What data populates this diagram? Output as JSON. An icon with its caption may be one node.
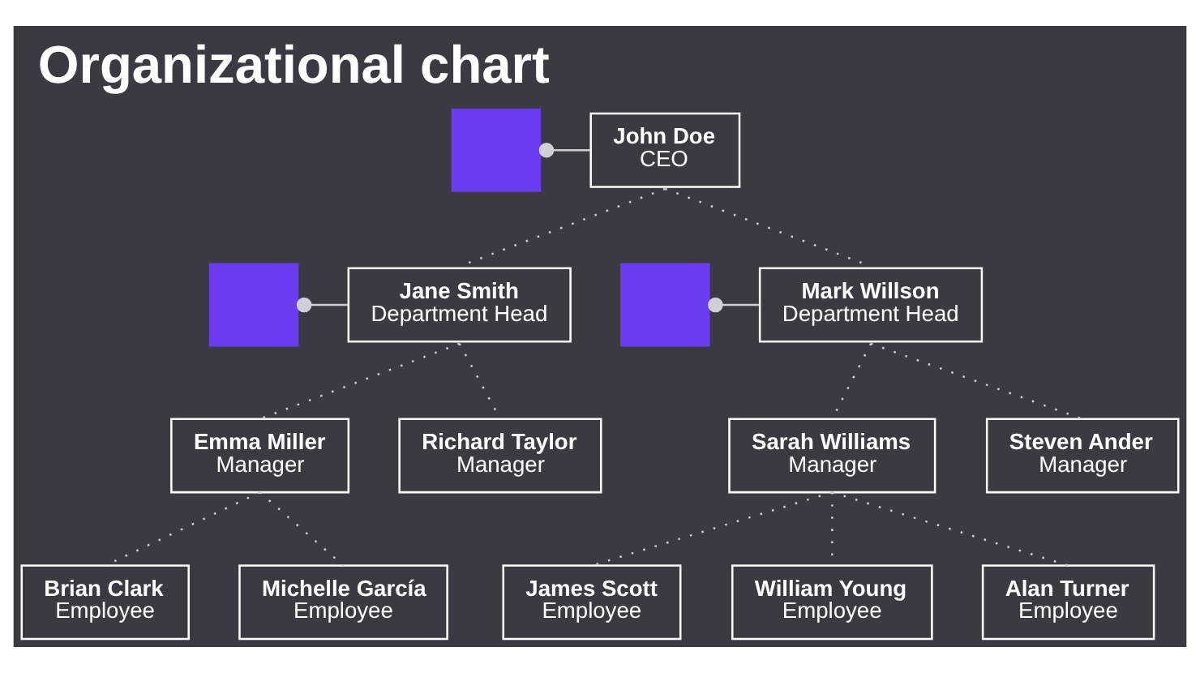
{
  "diagram": {
    "title": "Organizational chart",
    "nodes": [
      {
        "text": [],
        "shape": "box"
      },
      {
        "text": [
          "John Doe",
          "CEO"
        ]
      },
      {
        "text": [],
        "shape": "box"
      },
      {
        "text": [
          "Jane Smith",
          "Department Head"
        ]
      },
      {
        "text": [],
        "shape": "box"
      },
      {
        "text": [
          "Mark Willson",
          "Department Head"
        ]
      },
      {
        "text": [
          "Emma Miller",
          "Manager"
        ]
      },
      {
        "text": [
          "Richard Taylor",
          "Manager"
        ]
      },
      {
        "text": [
          "Sarah Williams",
          "Manager"
        ]
      },
      {
        "text": [
          "Steven Ander",
          "Manager"
        ]
      },
      {
        "text": [
          "Brian Clark",
          "Employee"
        ]
      },
      {
        "text": [
          "Michelle García",
          "Employee"
        ]
      },
      {
        "text": [
          "James Scott",
          "Employee"
        ]
      },
      {
        "text": [
          "William Young",
          "Employee"
        ]
      },
      {
        "text": [
          "Alan Turner",
          "Employee"
        ]
      }
    ],
    "edges": [
      {
        "from": 0,
        "to": 1,
        "arrow": "other"
      },
      {
        "from": 2,
        "to": 3,
        "arrow": "other"
      },
      {
        "from": 4,
        "to": 5,
        "arrow": "other"
      },
      {
        "from": 1,
        "to": 3,
        "arrow": "none",
        "style": "dashed"
      },
      {
        "from": 1,
        "to": 5,
        "arrow": "none",
        "style": "dashed"
      },
      {
        "from": 3,
        "to": 6,
        "arrow": "none",
        "style": "dashed"
      },
      {
        "from": 3,
        "to": 7,
        "arrow": "none",
        "style": "dashed"
      },
      {
        "from": 5,
        "to": 8,
        "arrow": "none",
        "style": "dashed"
      },
      {
        "from": 5,
        "to": 9,
        "arrow": "none",
        "style": "dashed"
      },
      {
        "from": 6,
        "to": 10,
        "arrow": "none",
        "style": "dashed"
      },
      {
        "from": 6,
        "to": 11,
        "arrow": "none",
        "style": "dashed"
      },
      {
        "from": 8,
        "to": 12,
        "arrow": "none",
        "style": "dashed"
      },
      {
        "from": 8,
        "to": 13,
        "arrow": "none",
        "style": "dashed"
      },
      {
        "from": 8,
        "to": 14,
        "arrow": "none",
        "style": "dashed"
      }
    ]
  }
}
